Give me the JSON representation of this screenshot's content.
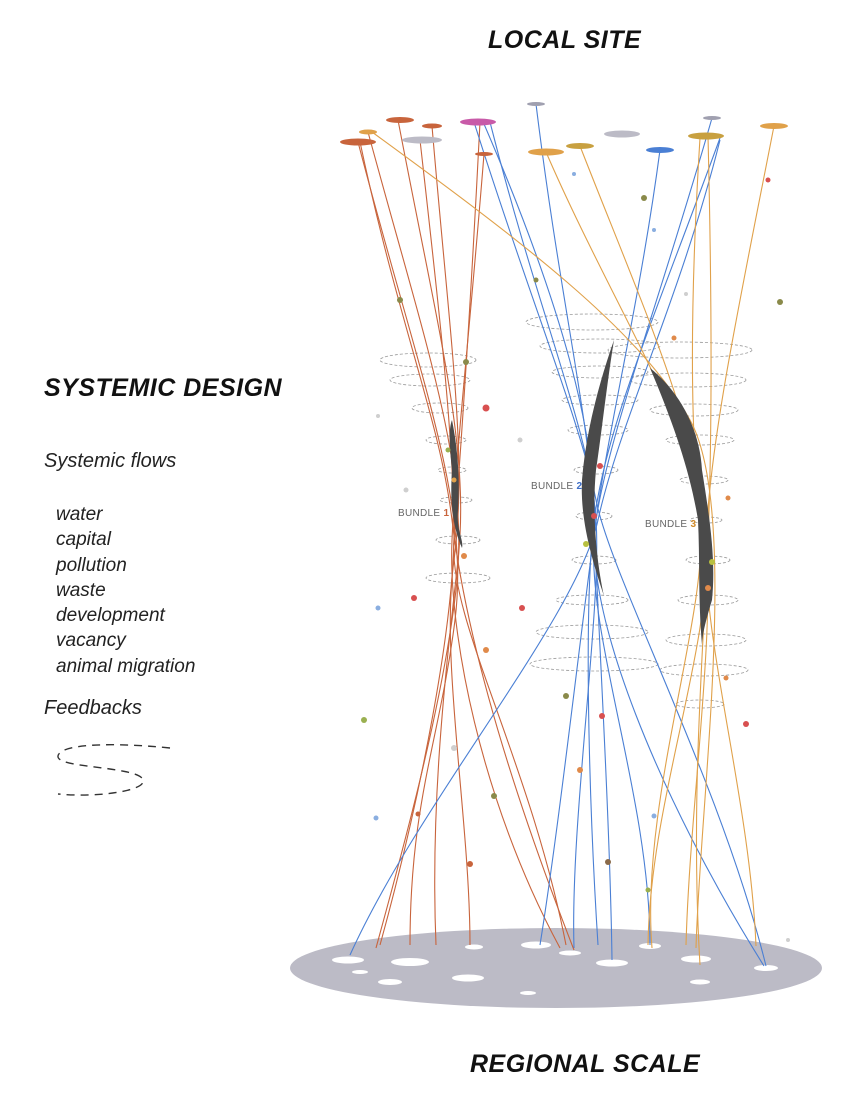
{
  "title_top": "LOCAL SITE",
  "title_bottom": "REGIONAL SCALE",
  "legend": {
    "heading": "SYSTEMIC DESIGN",
    "flows_title": "Systemic flows",
    "flows": [
      "water",
      "capital",
      "pollution",
      "waste",
      "development",
      "vacancy",
      "animal migration"
    ],
    "feedbacks_title": "Feedbacks"
  },
  "bundles": [
    {
      "word": "BUNDLE",
      "number": "1",
      "number_color": "#c8643c"
    },
    {
      "word": "BUNDLE",
      "number": "2",
      "number_color": "#3f6fc8"
    },
    {
      "word": "BUNDLE",
      "number": "3",
      "number_color": "#d08a2a"
    }
  ],
  "colors": {
    "red_flow": "#c8643c",
    "blue_flow": "#4a7fd4",
    "orange_flow": "#e0a14a",
    "twist": "#4a4a4a",
    "regional_disc": "#bcbbc6",
    "feedback_ring": "#9a9a9a"
  }
}
